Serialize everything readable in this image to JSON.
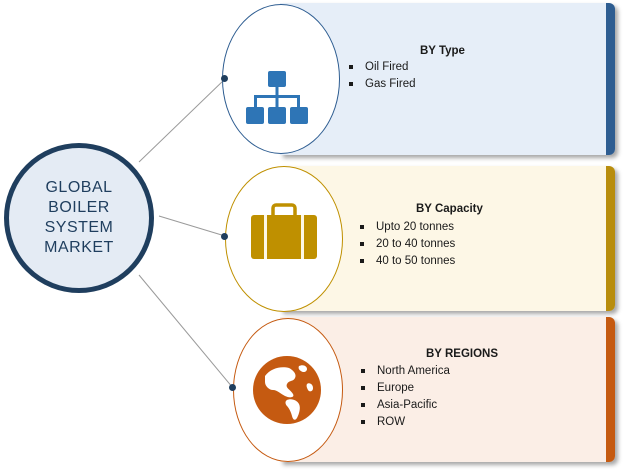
{
  "hub": {
    "title": "GLOBAL\nBOILER\nSYSTEM\nMARKET"
  },
  "segments": [
    {
      "title": "BY Type",
      "icon": "hierarchy-icon",
      "items": [
        "Oil Fired",
        "Gas Fired"
      ],
      "card_color": "#e6eef8",
      "edge_color": "#2e5d91",
      "icon_color": "#2e75b6"
    },
    {
      "title": "BY Capacity",
      "icon": "briefcase-icon",
      "items": [
        "Upto 20 tonnes",
        "20 to 40 tonnes",
        "40 to 50 tonnes"
      ],
      "card_color": "#fdf7e6",
      "edge_color": "#b88d0d",
      "icon_color": "#bf9000"
    },
    {
      "title": "BY REGIONS",
      "icon": "globe-americas-icon",
      "items": [
        "North America",
        "Europe",
        "Asia-Pacific",
        "ROW"
      ],
      "card_color": "#fbeee6",
      "edge_color": "#c55a11",
      "icon_color": "#c55a11"
    }
  ]
}
